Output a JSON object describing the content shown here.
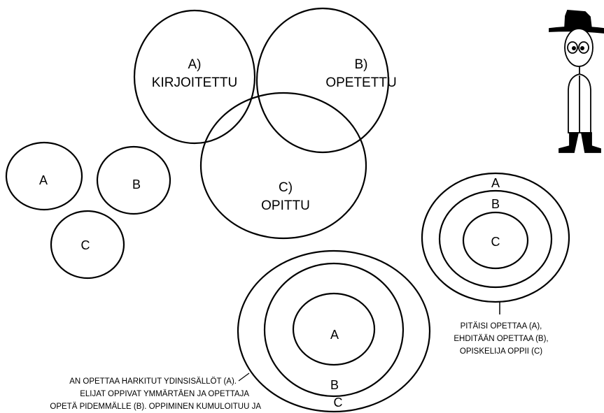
{
  "venn": {
    "a_prefix": "A)",
    "a_label": "KIRJOITETTU",
    "b_prefix": "B)",
    "b_label": "OPETETTU",
    "c_prefix": "C)",
    "c_label": "OPITTU"
  },
  "separate_circles": {
    "a": "A",
    "b": "B",
    "c": "C"
  },
  "nested_small": {
    "outer": "A",
    "middle": "B",
    "inner": "C",
    "caption_line1": "PITÄISI OPETTAA (A),",
    "caption_line2": "EHDITÄÄN OPETTAA (B),",
    "caption_line3": "OPISKELIJA OPPII (C)"
  },
  "nested_large": {
    "inner": "A",
    "middle": "B",
    "outer": "C",
    "caption_line1": "AN OPETTAA HARKITUT YDINSISÄLLÖT (A).",
    "caption_line2": "ELIJAT OPPIVAT YMMÄRTÄEN JA OPETTAJA",
    "caption_line3": "OPETÄ PIDEMMÄLLE (B). OPPIMINEN KUMULOITUU JA"
  },
  "colors": {
    "stroke": "#000000",
    "background": "#ffffff"
  },
  "icons": {
    "character": "hat-wearing-stick-figure-icon"
  }
}
